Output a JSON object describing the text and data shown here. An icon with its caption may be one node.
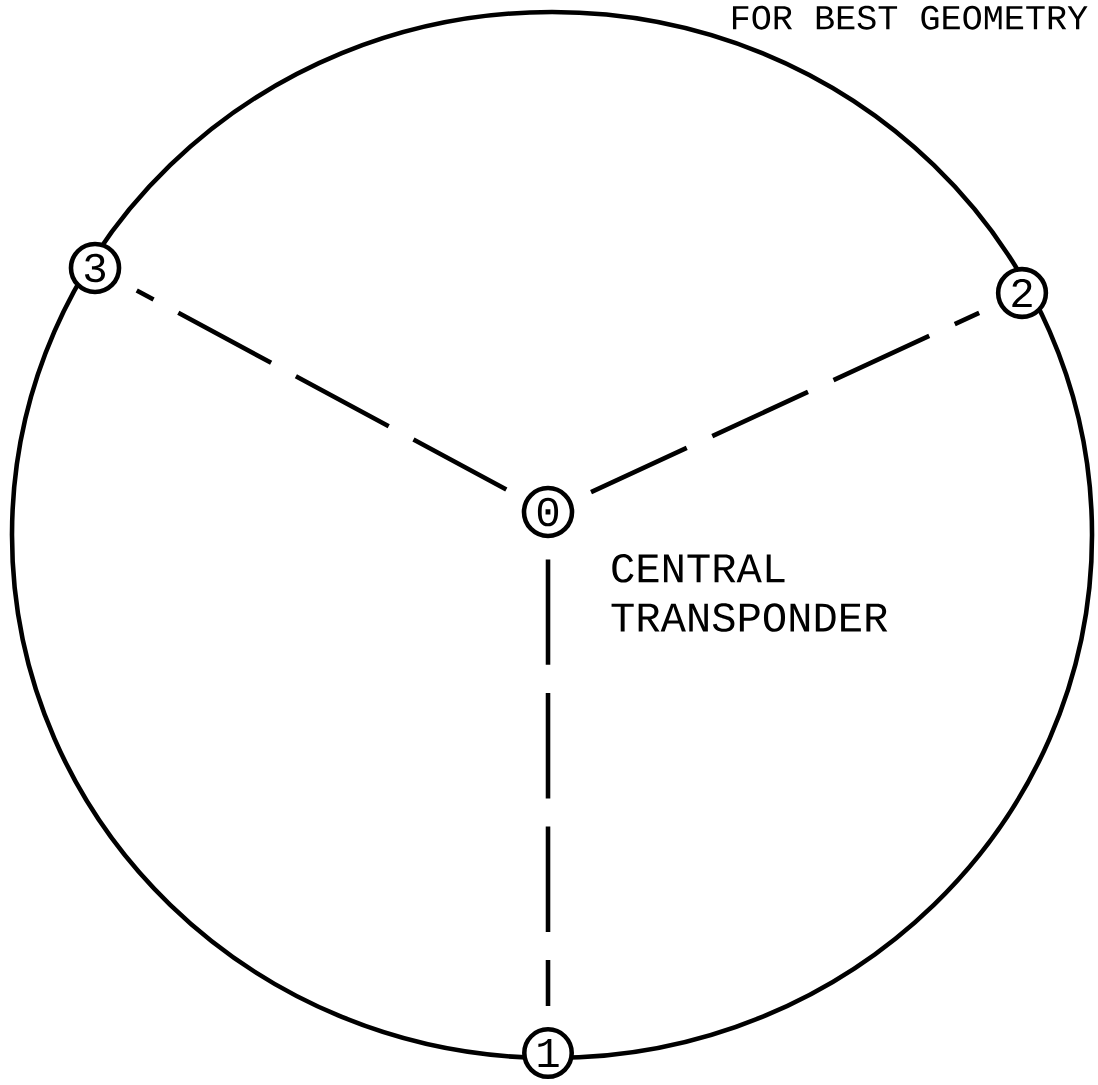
{
  "diagram": {
    "nodes": [
      {
        "text": [
          "0"
        ],
        "beside": [
          "CENTRAL TRANSPONDER"
        ]
      },
      {
        "text": [
          "1"
        ]
      },
      {
        "text": [
          "2"
        ]
      },
      {
        "text": [
          "3"
        ]
      }
    ],
    "edges": [
      {
        "from": 0,
        "to": 1,
        "arrow": "none",
        "style": "dashed"
      },
      {
        "from": 0,
        "to": 2,
        "arrow": "none",
        "style": "dashed"
      },
      {
        "from": 0,
        "to": 3,
        "arrow": "none",
        "style": "dashed"
      }
    ],
    "labels": [
      "FOR BEST GEOMETRY"
    ]
  }
}
